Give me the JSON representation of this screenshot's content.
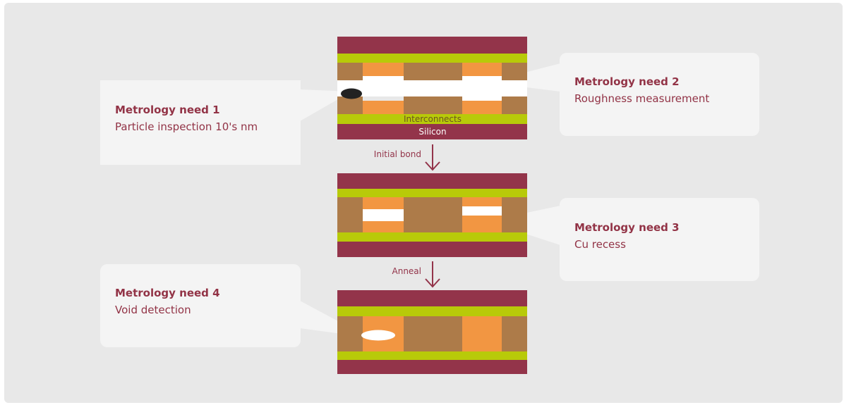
{
  "cards": [
    {
      "title": "Metrology need 1",
      "subtitle": "Particle inspection 10's nm"
    },
    {
      "title": "Metrology need 2",
      "subtitle": "Roughness measurement"
    },
    {
      "title": "Metrology need 3",
      "subtitle": "Cu recess"
    },
    {
      "title": "Metrology need 4",
      "subtitle": "Void detection"
    }
  ],
  "layer_labels": {
    "interconnects": "Interconnects",
    "silicon": "Silicon"
  },
  "steps": {
    "initial_bond": "Initial bond",
    "anneal": "Anneal"
  },
  "colors": {
    "silicon": "#93344a",
    "interconnect": "#b8ca09",
    "dielectric": "#ad7b49",
    "copper": "#f29642",
    "void": "#ffffff",
    "particle": "#222222",
    "background": "#e8e8e8",
    "card": "#f4f4f4",
    "text": "#923346"
  }
}
